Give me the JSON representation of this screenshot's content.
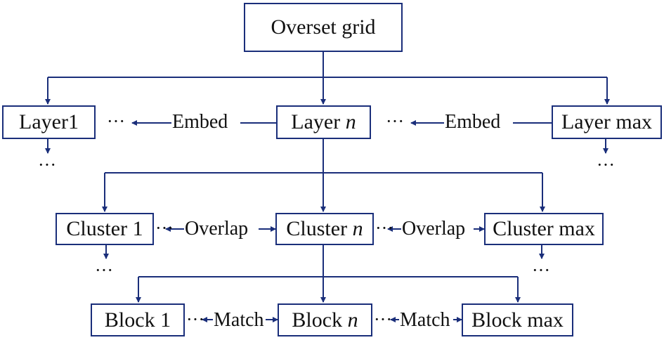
{
  "colors": {
    "line": "#1a2e7a",
    "border": "#1a2e7a",
    "text": "#111111"
  },
  "root": {
    "label": "Overset grid"
  },
  "layers": {
    "first": "Layer1",
    "n_prefix": "Layer ",
    "n_var": "n",
    "max": "Layer max",
    "embed_label": "Embed"
  },
  "clusters": {
    "first": "Cluster 1",
    "n_prefix": "Cluster ",
    "n_var": "n",
    "max": "Cluster max",
    "overlap_label": "Overlap"
  },
  "blocks": {
    "first": "Block 1",
    "n_prefix": "Block ",
    "n_var": "n",
    "max": "Block max",
    "match_label": "Match"
  },
  "ellipsis": "···"
}
